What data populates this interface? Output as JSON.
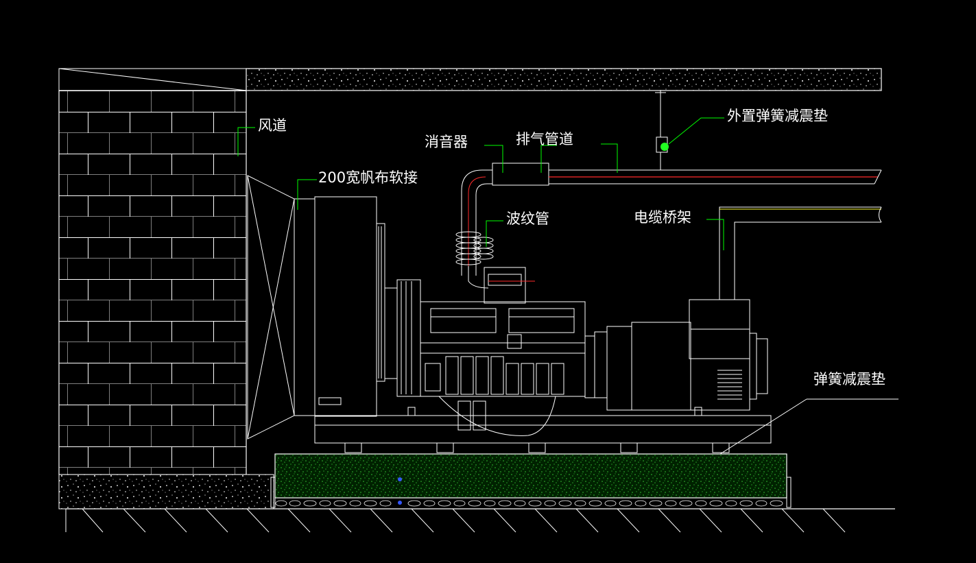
{
  "labels": {
    "air_duct": "风道",
    "canvas_joint": "200宽帆布软接",
    "muffler": "消音器",
    "exhaust_pipe": "排气管道",
    "external_spring_pad": "外置弹簧减震垫",
    "bellows": "波纹管",
    "cable_tray": "电缆桥架",
    "spring_pad": "弹簧减震垫"
  },
  "colors": {
    "background": "#000000",
    "line": "#ffffff",
    "leader": "#00ff00",
    "exhaust": "#ff2a2a",
    "cable_tray": "#ffff33",
    "gravel": "#1f8f1f",
    "marker": "#22ff22",
    "point": "#3355ff"
  }
}
